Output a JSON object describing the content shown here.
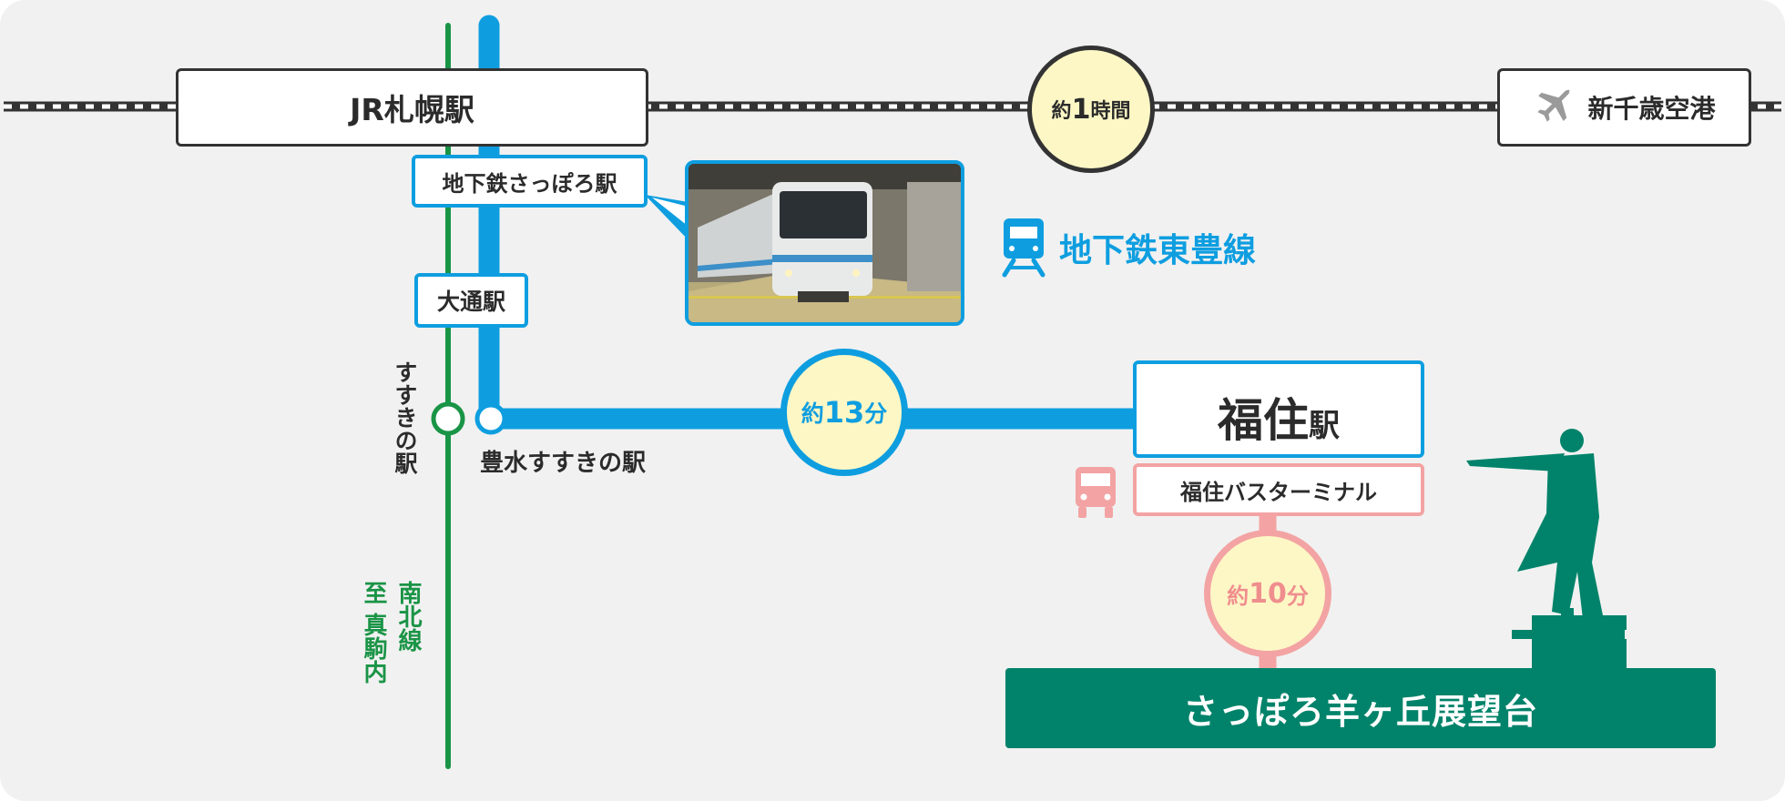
{
  "jr_line": {
    "sapporo_station": "JR札幌駅",
    "duration": {
      "prefix": "約",
      "number": "1",
      "unit": "時間"
    },
    "airport": "新千歳空港"
  },
  "toho_line": {
    "name": "地下鉄東豊線",
    "color": "#0e9ee0",
    "stations": {
      "subway_sapporo": "地下鉄さっぽろ駅",
      "odori": "大通駅",
      "hosui_susukino": "豊水すすきの駅"
    },
    "duration": {
      "prefix": "約",
      "number": "13",
      "unit": "分"
    },
    "destination": {
      "main": "福住",
      "suffix": "駅"
    }
  },
  "namboku_line": {
    "color": "#1a9446",
    "station": "すすきの駅",
    "line_name": "南北線",
    "direction": "至 真駒内"
  },
  "bus": {
    "color": "#f3a3a3",
    "terminal": "福住バスターミナル",
    "duration": {
      "prefix": "約",
      "number": "10",
      "unit": "分"
    }
  },
  "destination": {
    "name": "さっぽろ羊ヶ丘展望台",
    "color": "#00836a"
  },
  "icons": {
    "airplane": "airplane-icon",
    "subway": "subway-train-icon",
    "bus": "bus-icon",
    "statue": "clark-statue-icon",
    "photo": "subway-train-photo"
  }
}
